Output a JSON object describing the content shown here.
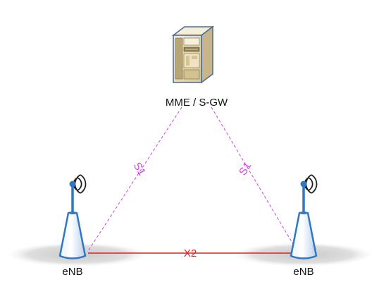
{
  "nodes": {
    "core": {
      "label": "MME / S-GW"
    },
    "enb_left": {
      "label": "eNB"
    },
    "enb_right": {
      "label": "eNB"
    }
  },
  "links": {
    "s1_left": {
      "label": "S1"
    },
    "s1_right": {
      "label": "S1"
    },
    "x2": {
      "label": "X2"
    }
  },
  "colors": {
    "s1_link": "#cc44dd",
    "x2_link": "#dd2222",
    "antenna_blue": "#2f78c4",
    "server_body": "#e8dcb4",
    "ground_shadow": "#d8d8d8"
  }
}
